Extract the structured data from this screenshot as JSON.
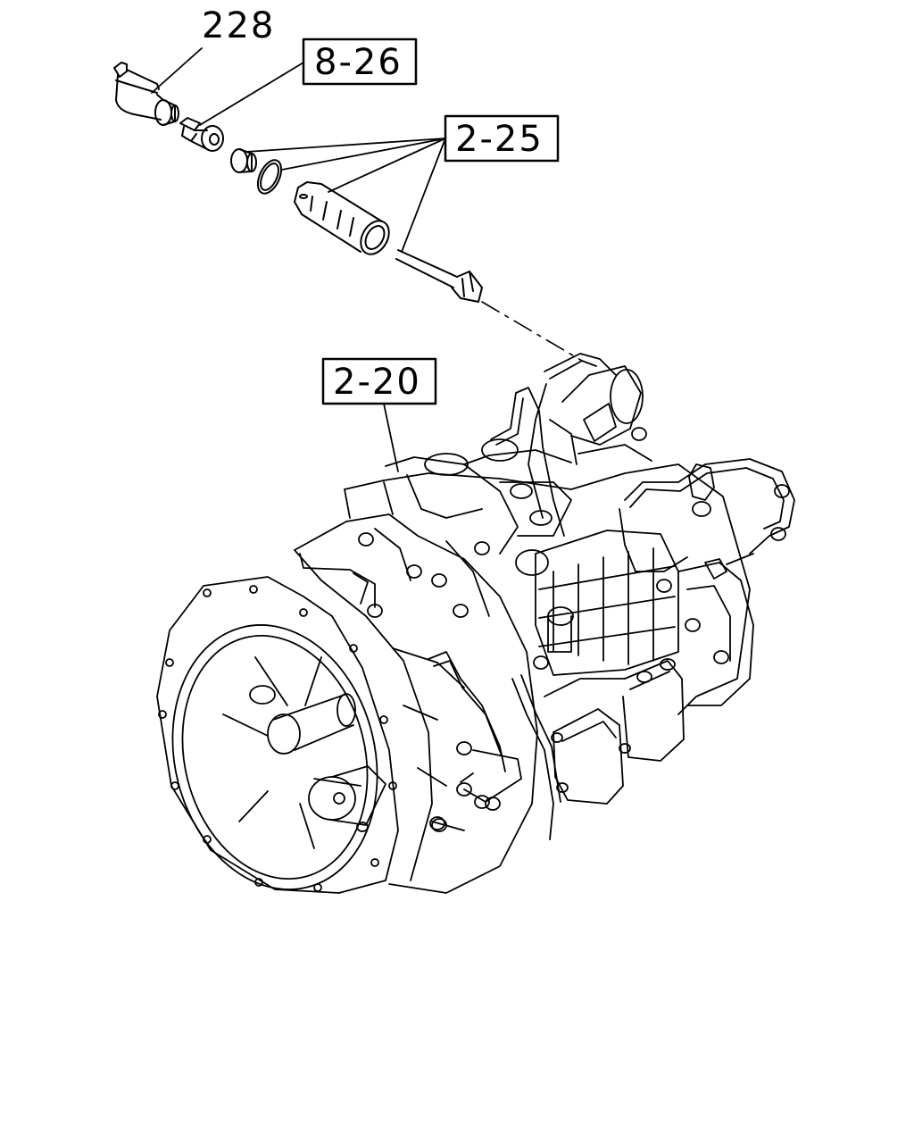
{
  "labels": {
    "part_228": "228",
    "ref_8_26": "8-26",
    "ref_2_25": "2-25",
    "ref_2_20": "2-20"
  },
  "colors": {
    "line": "#000000",
    "background": "#ffffff"
  }
}
